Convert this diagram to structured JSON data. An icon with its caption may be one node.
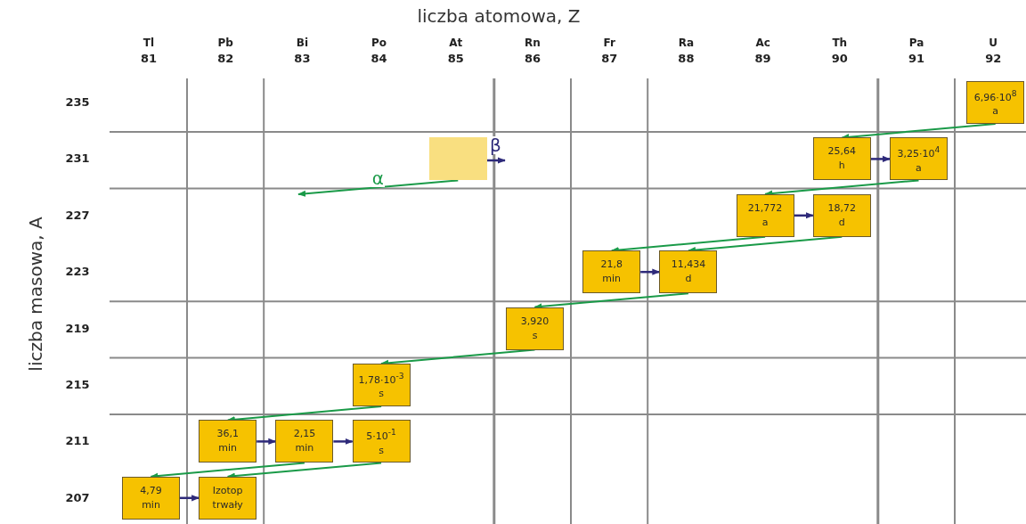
{
  "diagram": {
    "nodes": [
      {
        "text": [
          "6,96·10$^{8}$ a"
        ]
      },
      {
        "text": [],
        "shape": "box"
      },
      {
        "text": [
          "25,64 h"
        ]
      },
      {
        "text": [
          "3,25·10$^{4}$ a"
        ]
      },
      {
        "text": [
          "21,772 a"
        ]
      },
      {
        "text": [
          "18,72 d"
        ]
      },
      {
        "text": [
          "21,8 min"
        ]
      },
      {
        "text": [
          "11,434 d"
        ]
      },
      {
        "text": [
          "3,920 s"
        ]
      },
      {
        "text": [
          "1,78·10$^{-3}$ s"
        ]
      },
      {
        "text": [
          "36,1 min"
        ]
      },
      {
        "text": [
          "2,15 min"
        ]
      },
      {
        "text": [
          "5·10$^{-1}$ s"
        ]
      },
      {
        "text": [
          "4,79 min"
        ]
      },
      {
        "text": [
          "Izotop trwały"
        ]
      }
    ],
    "edges": [
      {
        "from": 0,
        "to": 2,
        "arrow": "to"
      },
      {
        "from": 1,
        "to": null,
        "arrow": "to",
        "label": "α"
      },
      {
        "from": 1,
        "to": null,
        "arrow": "to",
        "label": "β",
        "color": "#2e2a7a"
      },
      {
        "from": 2,
        "to": 3,
        "arrow": "to",
        "color": "#2e2a7a"
      },
      {
        "from": 3,
        "to": 4,
        "arrow": "to"
      },
      {
        "from": 4,
        "to": 5,
        "arrow": "to",
        "color": "#2e2a7a"
      },
      {
        "from": 4,
        "to": 6,
        "arrow": "to"
      },
      {
        "from": 5,
        "to": 7,
        "arrow": "to"
      },
      {
        "from": 6,
        "to": 7,
        "arrow": "to",
        "color": "#2e2a7a"
      },
      {
        "from": 7,
        "to": 8,
        "arrow": "to"
      },
      {
        "from": 8,
        "to": 9,
        "arrow": "to"
      },
      {
        "from": 9,
        "to": 10,
        "arrow": "to"
      },
      {
        "from": 10,
        "to": 11,
        "arrow": "to",
        "color": "#2e2a7a"
      },
      {
        "from": 11,
        "to": 12,
        "arrow": "to",
        "color": "#2e2a7a"
      },
      {
        "from": 11,
        "to": 13,
        "arrow": "to"
      },
      {
        "from": 12,
        "to": 14,
        "arrow": "to"
      },
      {
        "from": 13,
        "to": 14,
        "arrow": "to",
        "color": "#2e2a7a"
      }
    ],
    "labels": [
      "liczba atomowa, Z",
      "Tl",
      "Pb",
      "Bi",
      "Po",
      "At",
      "Rn",
      "Fr",
      "Ra",
      "Ac",
      "Th",
      "Pa",
      "U",
      "81",
      "82",
      "83",
      "84",
      "85",
      "86",
      "87",
      "88",
      "89",
      "90",
      "91",
      "92",
      "liczba masowa, A",
      "235",
      "231",
      "227",
      "223",
      "219",
      "215",
      "211",
      "207"
    ]
  }
}
